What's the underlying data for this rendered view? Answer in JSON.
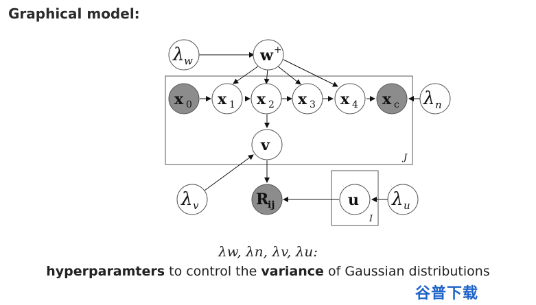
{
  "title": "Graphical model:",
  "nodes": {
    "w_plus": {
      "label": "w",
      "sup": "+"
    },
    "x0": {
      "label": "x",
      "sub": "0"
    },
    "x1": {
      "label": "x",
      "sub": "1"
    },
    "x2": {
      "label": "x",
      "sub": "2"
    },
    "x3": {
      "label": "x",
      "sub": "3"
    },
    "x4": {
      "label": "x",
      "sub": "4"
    },
    "xc": {
      "label": "x",
      "sub": "c"
    },
    "v": {
      "label": "v"
    },
    "rij": {
      "label": "R",
      "sub": "ij"
    },
    "u": {
      "label": "u"
    }
  },
  "hyper": {
    "w": {
      "symbol": "λ",
      "sub": "w"
    },
    "n": {
      "symbol": "λ",
      "sub": "n"
    },
    "v": {
      "symbol": "λ",
      "sub": "v"
    },
    "u": {
      "symbol": "λ",
      "sub": "u"
    }
  },
  "plates": {
    "outer": "J",
    "inner": "I"
  },
  "caption": {
    "symbols": "λw, λn, λv, λu:",
    "bold1": "hyperparamters",
    "text1": " to control the ",
    "bold2": "variance",
    "text2": " of Gaussian distributions"
  },
  "watermark": "谷普下载",
  "colors": {
    "observed": "#8c8c8c",
    "latent": "#ffffff",
    "watermark": "#1e63c8"
  }
}
